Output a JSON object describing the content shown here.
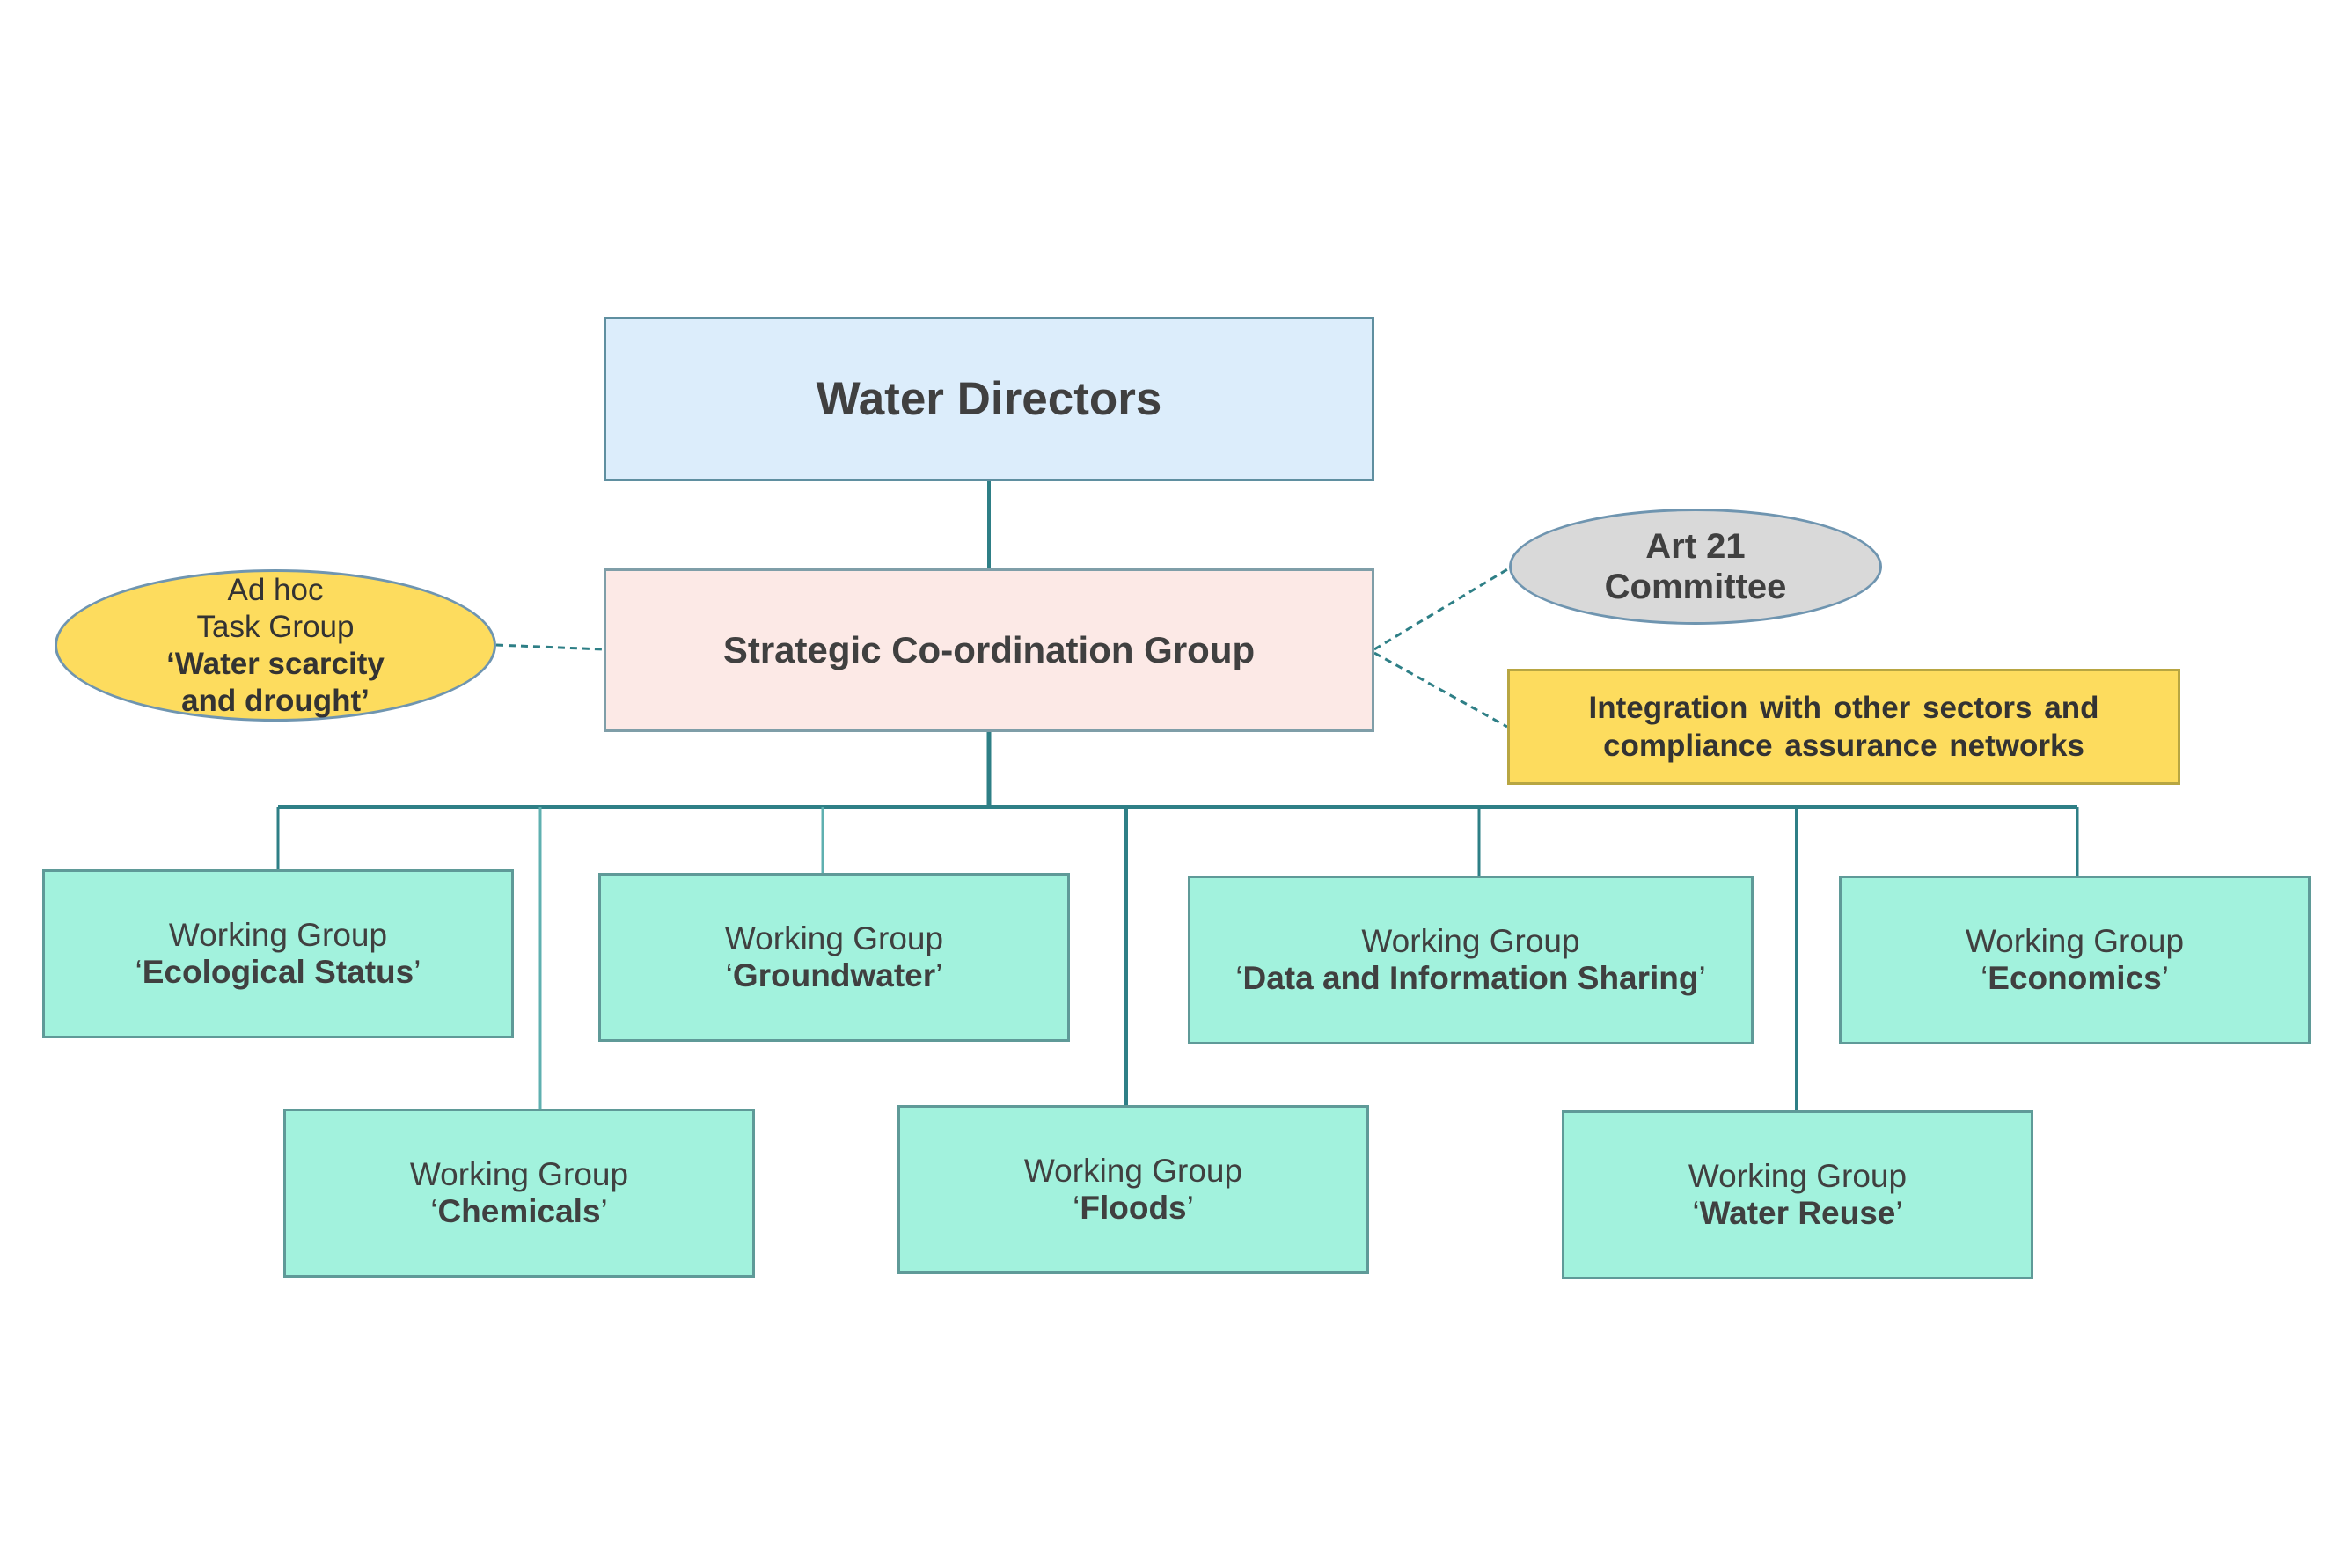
{
  "water_directors": {
    "line1": "Water Directors"
  },
  "strategic_group": {
    "line1": "Strategic Co-ordination Group"
  },
  "ad_hoc_group": {
    "line1": "Ad hoc",
    "line2": "Task Group",
    "line3": "‘Water scarcity",
    "line4": "and drought’"
  },
  "art21": {
    "line1": "Art 21",
    "line2": "Committee"
  },
  "integration": {
    "line1": "Integration with other sectors and",
    "line2": "compliance assurance networks"
  },
  "working_groups": {
    "prefix": "Working Group",
    "open_quote": "‘",
    "close_quote": "’",
    "ecological": "Ecological Status",
    "groundwater": "Groundwater",
    "data": "Data and Information Sharing",
    "economics": "Economics",
    "chemicals": "Chemicals",
    "floods": "Floods",
    "reuse": "Water Reuse"
  },
  "colors": {
    "water_directors_fill": "#dcedfb",
    "strategic_fill": "#fce9e6",
    "yellow_fill": "#fddc5e",
    "grey_fill": "#d9d9d9",
    "working_group_fill": "#a2f2dd",
    "connector": "#2e7f86"
  }
}
